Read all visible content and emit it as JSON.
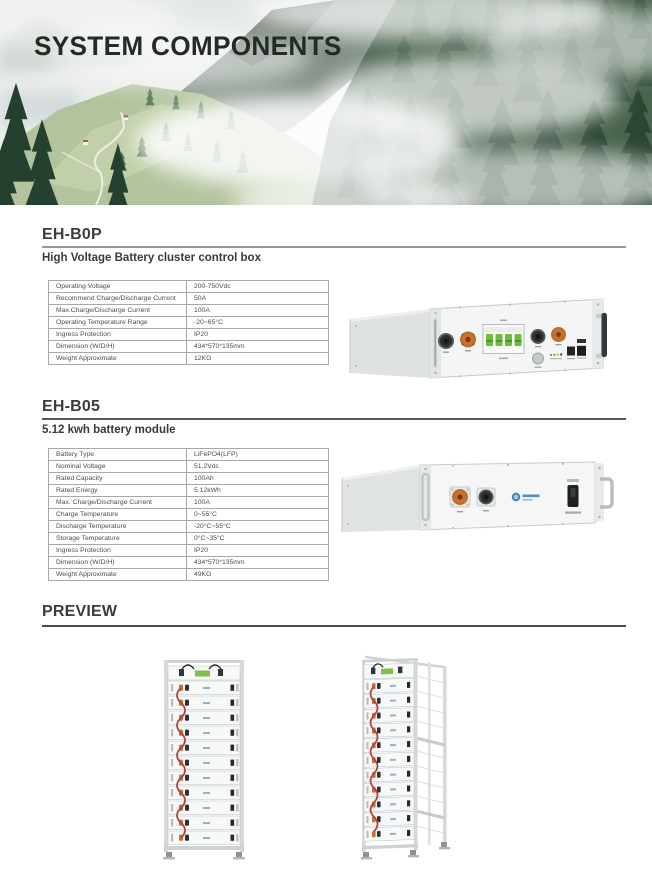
{
  "hero": {
    "title": "SYSTEM COMPONENTS"
  },
  "colors": {
    "accent_orange": "#cd6f2e",
    "breaker_green": "#6abf3a",
    "logo_blue": "#2f7fc1",
    "cable_red": "#b54038",
    "heading_dark": "#3c3c3c"
  },
  "section1": {
    "model": "EH-B0P",
    "subtitle": "High Voltage Battery cluster control box",
    "specs": [
      {
        "label": "Operating Voltage",
        "value": "200-750Vdc"
      },
      {
        "label": "Recommend Charge/Discharge Current",
        "value": "50A"
      },
      {
        "label": "Max.Charge/Discharge Current",
        "value": "100A"
      },
      {
        "label": "Operating Temperature Range",
        "value": "-20~65°C"
      },
      {
        "label": "Ingress Protection",
        "value": "IP20"
      },
      {
        "label": "Dimension (W/D/H)",
        "value": "434*570*135mm"
      },
      {
        "label": "Weight Approximate",
        "value": "12KG"
      }
    ]
  },
  "section2": {
    "model": "EH-B05",
    "subtitle": "5.12 kwh battery module",
    "specs": [
      {
        "label": "Battery Type",
        "value": "LiFePO4(LFP)"
      },
      {
        "label": "Nominal Voltage",
        "value": "51.2Vdc"
      },
      {
        "label": "Rated Capacity",
        "value": "100Ah"
      },
      {
        "label": "Rated Energy",
        "value": "5.12kWh"
      },
      {
        "label": "Max. Charge/Discharge Current",
        "value": "100A"
      },
      {
        "label": "Charge Temperature",
        "value": "0~55°C"
      },
      {
        "label": "Discharge Temperature",
        "value": "-20°C~55°C"
      },
      {
        "label": "Storage Temperature",
        "value": "0°C~35°C"
      },
      {
        "label": "Ingress Protection",
        "value": "IP20"
      },
      {
        "label": "Dimension (W/D/H)",
        "value": "434*570*135mm"
      },
      {
        "label": "Weight Approximate",
        "value": "49KG"
      }
    ]
  },
  "preview": {
    "title": "PREVIEW"
  }
}
